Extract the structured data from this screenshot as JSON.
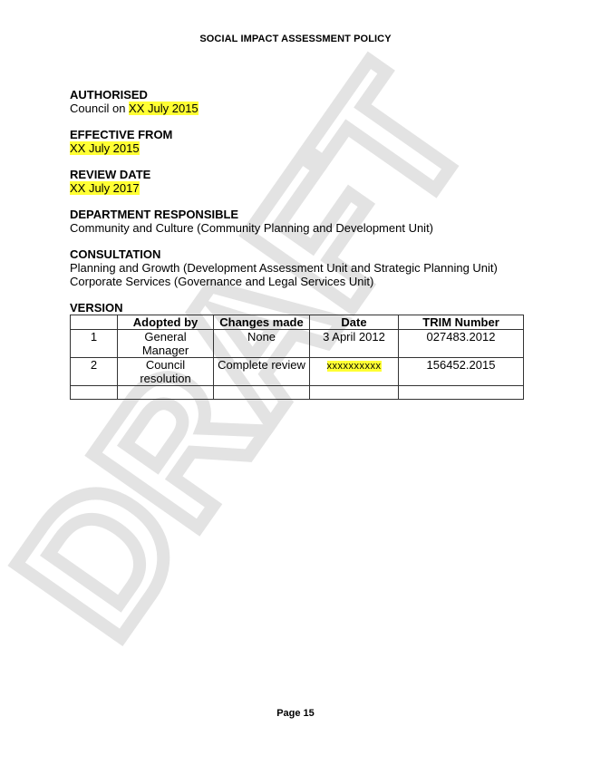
{
  "header": {
    "title": "SOCIAL IMPACT ASSESSMENT POLICY"
  },
  "watermark": {
    "text": "DRAFT",
    "color": "#e3e3e3"
  },
  "sections": {
    "authorised": {
      "heading": "AUTHORISED",
      "prefix": "Council on ",
      "highlight": "XX July 2015"
    },
    "effective_from": {
      "heading": "EFFECTIVE FROM",
      "highlight": "XX July 2015"
    },
    "review_date": {
      "heading": "REVIEW DATE",
      "highlight": "XX July 2017"
    },
    "department": {
      "heading": "DEPARTMENT RESPONSIBLE",
      "line": "Community and Culture (Community Planning and Development Unit)"
    },
    "consultation": {
      "heading": "CONSULTATION",
      "lines": [
        "Planning and Growth (Development Assessment Unit and Strategic Planning Unit)",
        "Corporate Services (Governance and Legal Services Unit)"
      ]
    }
  },
  "version": {
    "heading": "VERSION",
    "columns": [
      "",
      "Adopted by",
      "Changes made",
      "Date",
      "TRIM Number"
    ],
    "rows": [
      {
        "num": "1",
        "adopted_by": "General Manager",
        "changes": "None",
        "date": "3 April 2012",
        "trim": "027483.2012"
      },
      {
        "num": "2",
        "adopted_by": "Council resolution",
        "changes": "Complete review",
        "date": "xxxxxxxxxx",
        "trim": "156452.2015"
      }
    ]
  },
  "footer": {
    "page": "Page 15"
  },
  "colors": {
    "highlight": "#ffff33",
    "text": "#000000",
    "border": "#333333"
  }
}
